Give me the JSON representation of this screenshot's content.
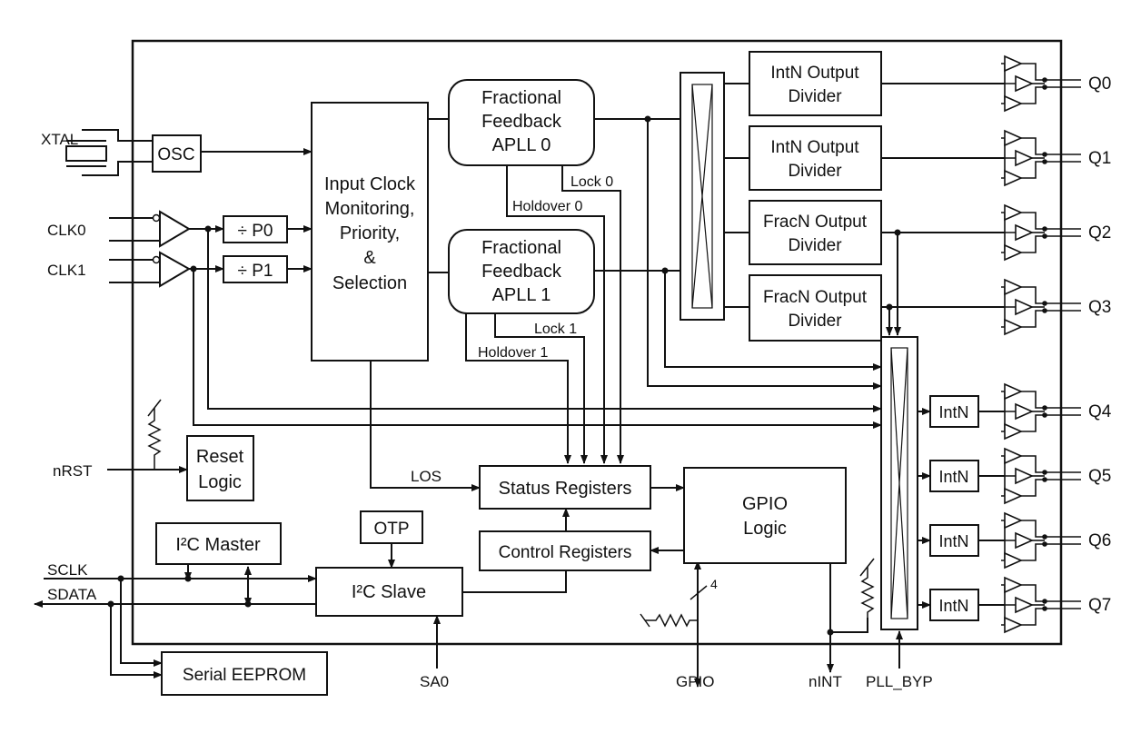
{
  "blocks": {
    "osc": "OSC",
    "p0": "÷ P0",
    "p1": "÷ P1",
    "input_clock": [
      "Input Clock",
      "Monitoring,",
      "Priority,",
      "&",
      "Selection"
    ],
    "apll0": [
      "Fractional",
      "Feedback",
      "APLL 0"
    ],
    "apll1": [
      "Fractional",
      "Feedback",
      "APLL 1"
    ],
    "div_q0": [
      "IntN Output",
      "Divider"
    ],
    "div_q1": [
      "IntN Output",
      "Divider"
    ],
    "div_q2": [
      "FracN Output",
      "Divider"
    ],
    "div_q3": [
      "FracN Output",
      "Divider"
    ],
    "intn_q4": "IntN",
    "intn_q5": "IntN",
    "intn_q6": "IntN",
    "intn_q7": "IntN",
    "reset_logic": [
      "Reset",
      "Logic"
    ],
    "status_registers": "Status Registers",
    "control_registers": "Control Registers",
    "gpio_logic": [
      "GPIO",
      "Logic"
    ],
    "i2c_master": "I²C Master",
    "otp": "OTP",
    "i2c_slave": "I²C Slave",
    "serial_eeprom": "Serial EEPROM"
  },
  "signals": {
    "xtal": "XTAL",
    "clk0": "CLK0",
    "clk1": "CLK1",
    "nrst": "nRST",
    "sclk": "SCLK",
    "sdata": "SDATA",
    "sa0": "SA0",
    "gpio": "GPIO",
    "nint": "nINT",
    "pll_byp": "PLL_BYP",
    "lock0": "Lock 0",
    "holdover0": "Holdover 0",
    "lock1": "Lock 1",
    "holdover1": "Holdover 1",
    "los": "LOS",
    "gpio_width": "4"
  },
  "outputs": [
    "Q0",
    "Q1",
    "Q2",
    "Q3",
    "Q4",
    "Q5",
    "Q6",
    "Q7"
  ]
}
